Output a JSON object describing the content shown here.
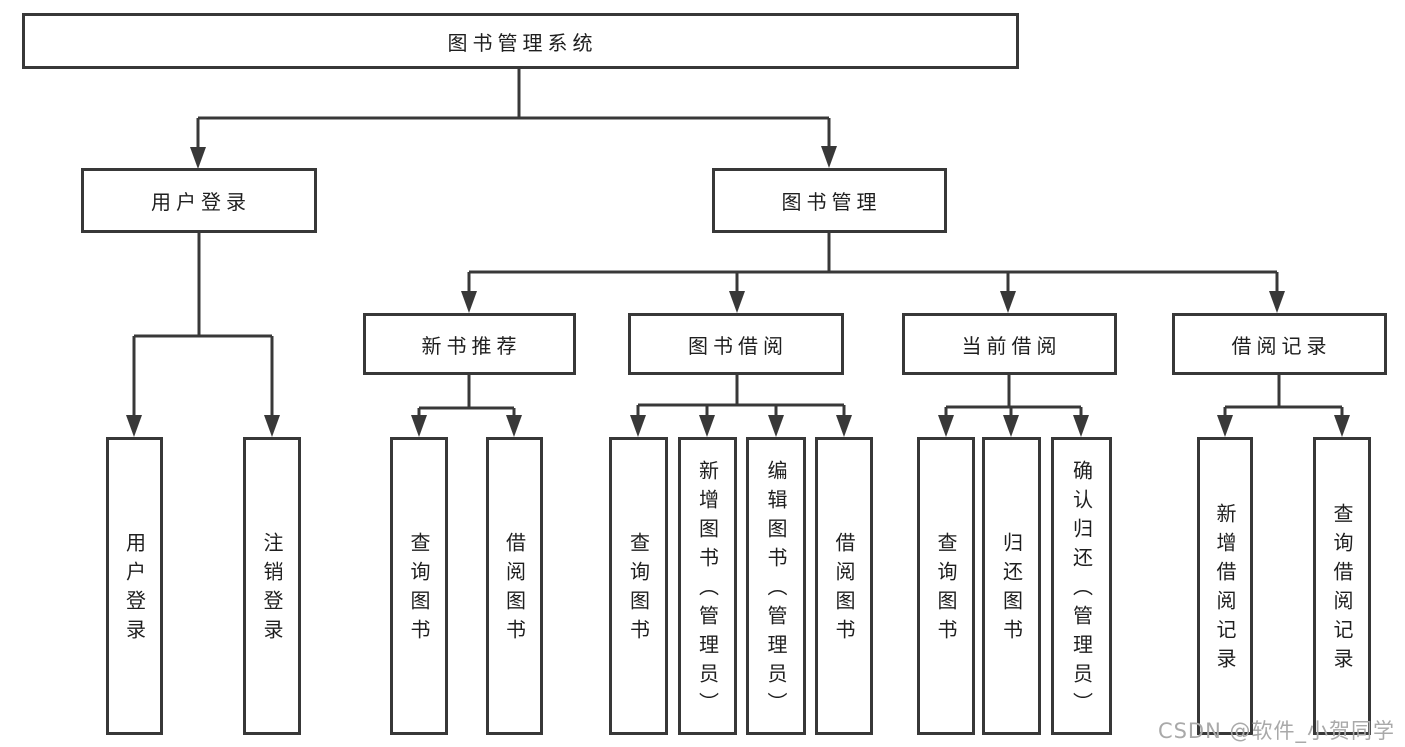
{
  "diagram": {
    "root": {
      "label": "图书管理系统"
    },
    "level2": [
      {
        "id": "user-login",
        "label": "用户登录"
      },
      {
        "id": "book-management",
        "label": "图书管理"
      }
    ],
    "level3": [
      {
        "id": "new-book-recommend",
        "label": "新书推荐"
      },
      {
        "id": "book-borrowing",
        "label": "图书借阅"
      },
      {
        "id": "current-borrowing",
        "label": "当前借阅"
      },
      {
        "id": "borrow-records",
        "label": "借阅记录"
      }
    ],
    "leaves": {
      "user_login": [
        {
          "label": "用户登录"
        },
        {
          "label": "注销登录"
        }
      ],
      "new_book_recommend": [
        {
          "label": "查询图书"
        },
        {
          "label": "借阅图书"
        }
      ],
      "book_borrowing": [
        {
          "label": "查询图书"
        },
        {
          "label": "新增图书（管理员）"
        },
        {
          "label": "编辑图书（管理员）"
        },
        {
          "label": "借阅图书"
        }
      ],
      "current_borrowing": [
        {
          "label": "查询图书"
        },
        {
          "label": "归还图书"
        },
        {
          "label": "确认归还（管理员）"
        }
      ],
      "borrow_records": [
        {
          "label": "新增借阅记录"
        },
        {
          "label": "查询借阅记录"
        }
      ]
    }
  },
  "watermark": {
    "text": "CSDN @软件_小贺同学"
  },
  "colors": {
    "line": "#383838",
    "text": "#1f1f1f",
    "background": "#ffffff",
    "watermark": "#a9a9a9"
  }
}
